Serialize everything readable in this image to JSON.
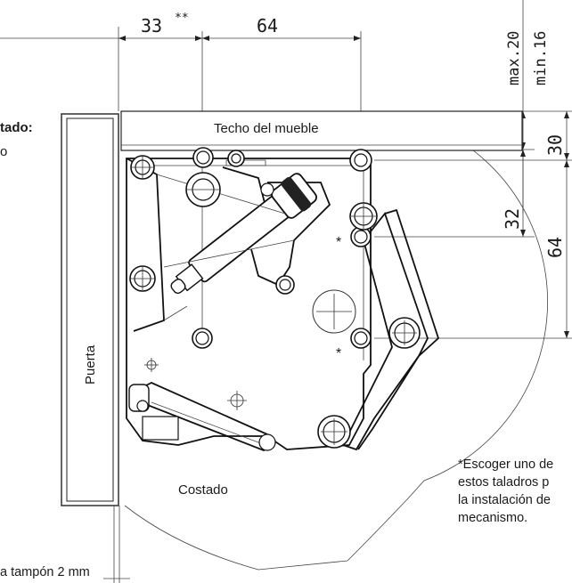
{
  "labels": {
    "techo": "Techo del mueble",
    "puerta": "Puerta",
    "costado": "Costado",
    "left_partial_bold": "tado:",
    "left_partial_small": "o",
    "bottom_partial": "a tampón 2 mm",
    "star1": "*",
    "star2": "*"
  },
  "dimensions": {
    "d33": "33",
    "d33_sup": "**",
    "d64_top": "64",
    "max20": "max.20",
    "min16": "min.16",
    "d30": "30",
    "d32": "32",
    "d64_right": "64"
  },
  "footnote": {
    "line1": "*Escoger uno de",
    "line2": "estos taladros p",
    "line3": "la instalación de",
    "line4": "mecanismo."
  }
}
